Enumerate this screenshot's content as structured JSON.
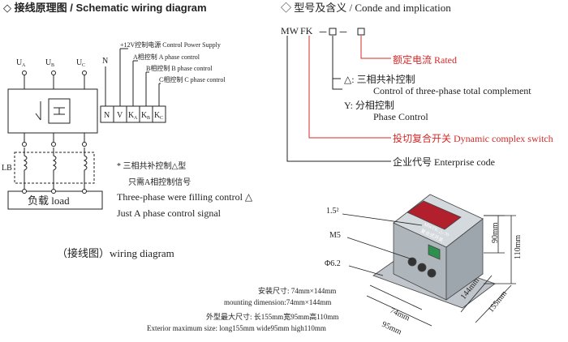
{
  "headers": {
    "left": "◇ 接线原理图 / Schematic wiring diagram",
    "right": "◇ 型号及含义 / Conde and implication"
  },
  "schematic": {
    "phase_labels": [
      "U",
      "U",
      "U",
      "N"
    ],
    "phase_subs": [
      "A",
      "B",
      "C"
    ],
    "terminal_labels": [
      "N",
      "V",
      "K",
      "K",
      "K"
    ],
    "terminal_subs": [
      "",
      "",
      "A",
      "B",
      "C"
    ],
    "signal_lines": [
      "+12V控制电源  Control Power Supply",
      "A相控制 A phase control",
      "B相控制 B phase control",
      "C相控制 C phase control"
    ],
    "lb_label": "LB",
    "load_label": "负载 load",
    "notes": [
      "*  三相共补控制△型",
      "只需A相控制信号",
      "Three-phase were filling control △",
      "Just A phase control signal"
    ],
    "caption": "（接线图）wiring diagram"
  },
  "model_code": {
    "prefix_mw": "MW",
    "prefix_fk": "FK",
    "dash1": "－",
    "dash2": "－",
    "rated_current": "额定电流 Rated",
    "delta_zh": "△: 三相共补控制",
    "delta_en": "Control of three-phase total complement",
    "y_zh": "Y: 分相控制",
    "y_en": "Phase Control",
    "dynamic": "投切复合开关 Dynamic complex switch",
    "enterprise": "企业代号 Enterprise code"
  },
  "product": {
    "callouts": [
      "1.5²",
      "M5",
      "Φ6.2"
    ],
    "device_text": [
      "MWFK-△-70",
      "复合式开关"
    ],
    "dims": [
      "90mm",
      "110mm",
      "144mm",
      "155mm",
      "74mm",
      "95mm"
    ],
    "spec_lines": [
      "安装尺寸: 74mm×144mm",
      "mounting dimension:74mm×144mm",
      "外型最大尺寸: 长155mm宽95mm高110mm",
      "Exterior maximum size: long155mm wide95mm high110mm"
    ]
  },
  "colors": {
    "red": "#d62828",
    "line": "#222222",
    "device_body": "#cfd4d8",
    "device_top": "#b21f2d"
  }
}
